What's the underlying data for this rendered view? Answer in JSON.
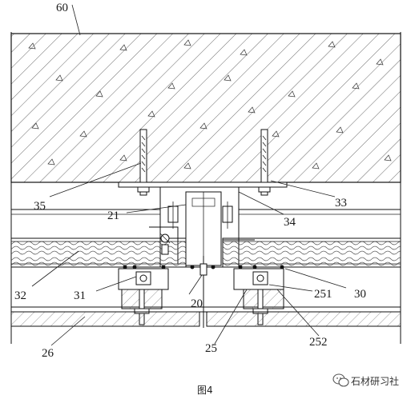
{
  "figure": {
    "caption": "图4",
    "watermark": "石材研习社",
    "watermark_icon": "wechat-icon",
    "labels": {
      "l60": "60",
      "l35": "35",
      "l33": "33",
      "l21": "21",
      "l34": "34",
      "l32": "32",
      "l31": "31",
      "l20": "20",
      "l251": "251",
      "l30": "30",
      "l26": "26",
      "l25": "25",
      "l252": "252"
    }
  }
}
